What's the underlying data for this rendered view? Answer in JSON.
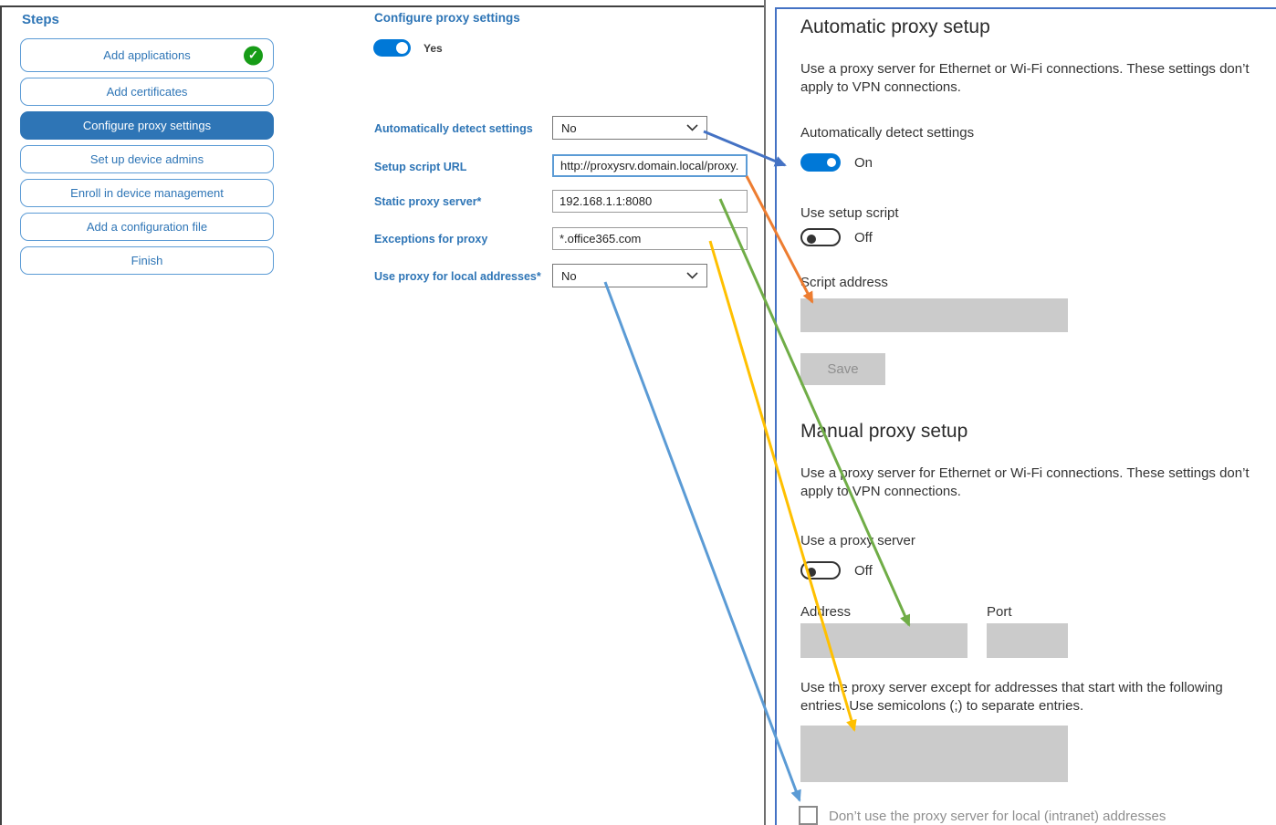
{
  "sidebar": {
    "title": "Steps",
    "items": [
      {
        "label": "Add applications",
        "completed": true
      },
      {
        "label": "Add certificates"
      },
      {
        "label": "Configure proxy settings",
        "selected": true
      },
      {
        "label": "Set up device admins"
      },
      {
        "label": "Enroll in device management"
      },
      {
        "label": "Add a configuration file"
      },
      {
        "label": "Finish"
      }
    ]
  },
  "form": {
    "title": "Configure proxy settings",
    "enabled_toggle_state": "Yes",
    "fields": [
      {
        "label": "Automatically detect settings",
        "type": "select",
        "value": "No"
      },
      {
        "label": "Setup script URL",
        "type": "text",
        "value": "http://proxysrv.domain.local/proxy.pa"
      },
      {
        "label": "Static proxy server*",
        "type": "text",
        "value": "192.168.1.1:8080"
      },
      {
        "label": "Exceptions for proxy",
        "type": "text",
        "value": "*.office365.com"
      },
      {
        "label": "Use proxy for local addresses*",
        "type": "select",
        "value": "No"
      }
    ]
  },
  "settings": {
    "automatic": {
      "title": "Automatic proxy setup",
      "description": "Use a proxy server for Ethernet or Wi-Fi connections. These settings don’t apply to VPN connections.",
      "detect_label": "Automatically detect settings",
      "detect_state": "On",
      "script_label": "Use setup script",
      "script_state": "Off",
      "script_address_label": "Script address",
      "save_label": "Save"
    },
    "manual": {
      "title": "Manual proxy setup",
      "description": "Use a proxy server for Ethernet or Wi-Fi connections. These settings don’t apply to VPN connections.",
      "proxy_label": "Use a proxy server",
      "proxy_state": "Off",
      "address_label": "Address",
      "port_label": "Port",
      "exceptions_instruction": "Use the proxy server except for addresses that start with the following entries. Use semicolons (;) to separate entries.",
      "local_checkbox_label": "Don’t use the proxy server for local (intranet) addresses"
    }
  },
  "colors": {
    "accent": "#2e75b6",
    "step_border": "#5b9bd5",
    "toggle_on": "#0078d7",
    "check_green": "#179c17",
    "panel_border": "#4472c4",
    "arrow_blue": "#4472c4",
    "arrow_orange": "#ed7d31",
    "arrow_green": "#70ad47",
    "arrow_yellow": "#ffc000",
    "arrow_lightblue": "#5b9bd5"
  }
}
